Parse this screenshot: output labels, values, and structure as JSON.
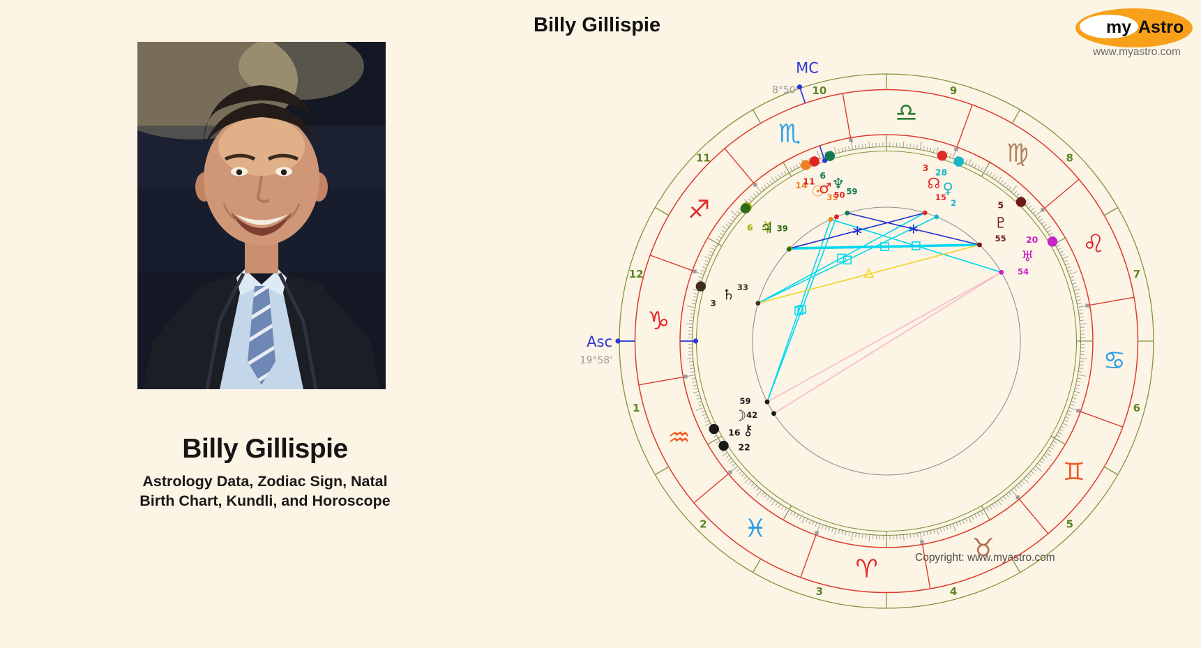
{
  "header": {
    "title": "Billy Gillispie"
  },
  "logo": {
    "prefix": "my",
    "suffix": "Astro",
    "url": "www.myastro.com",
    "oval_color": "#f9a01b"
  },
  "profile": {
    "name": "Billy Gillispie",
    "subtitle_line1": "Astrology Data, Zodiac Sign, Natal",
    "subtitle_line2": "Birth Chart, Kundli, and Horoscope"
  },
  "footer": {
    "copyright": "Copyright: www.myastro.com"
  },
  "chart_data": {
    "type": "natal-wheel",
    "zodiac_rotation_deg": 109.97,
    "colors": {
      "ring_red": "#dc3a2f",
      "ring_olive": "#7e943e",
      "house_number": "#5d8527",
      "tick_gray": "#9a9a9a",
      "inner_circle": "#8f8f8f",
      "axis_blue": "#2b36d9",
      "axis_degree_gray": "#9a9a9a"
    },
    "asc": {
      "label": "Asc",
      "degree_label": "19°58'",
      "lon": 289.97
    },
    "mc": {
      "label": "MC",
      "degree_label": "8°50'",
      "lon": 218.83
    },
    "houses": [
      "1",
      "2",
      "3",
      "4",
      "5",
      "6",
      "7",
      "8",
      "9",
      "10",
      "11",
      "12"
    ],
    "signs": [
      {
        "name": "aries",
        "glyph": "♈",
        "color": "#e02b2b"
      },
      {
        "name": "taurus",
        "glyph": "♉",
        "color": "#b07055"
      },
      {
        "name": "gemini",
        "glyph": "♊",
        "color": "#f05a28"
      },
      {
        "name": "cancer",
        "glyph": "♋",
        "color": "#2e9be4"
      },
      {
        "name": "leo",
        "glyph": "♌",
        "color": "#d6252b"
      },
      {
        "name": "virgo",
        "glyph": "♍",
        "color": "#b4845d"
      },
      {
        "name": "libra",
        "glyph": "♎",
        "color": "#2e7d32"
      },
      {
        "name": "scorpio",
        "glyph": "♏",
        "color": "#31a4ea"
      },
      {
        "name": "sagittarius",
        "glyph": "♐",
        "color": "#e02b2b"
      },
      {
        "name": "capricorn",
        "glyph": "♑",
        "color": "#e8302a"
      },
      {
        "name": "aquarius",
        "glyph": "♒",
        "color": "#f05a28"
      },
      {
        "name": "pisces",
        "glyph": "♓",
        "color": "#2e9be4"
      }
    ],
    "planets": [
      {
        "name": "sun",
        "glyph": "☉",
        "color": "#f08020",
        "deg": "14",
        "min": "35",
        "lon": 224.58
      },
      {
        "name": "mars",
        "glyph": "♂",
        "color": "#e02222",
        "deg": "11",
        "min": "50",
        "lon": 221.83
      },
      {
        "name": "neptune",
        "glyph": "♆",
        "color": "#107a52",
        "deg": "6",
        "min": "59",
        "lon": 216.98
      },
      {
        "name": "mercury",
        "glyph": "☿",
        "color": "#a0aa00",
        "deg": "6",
        "min": "",
        "lon": 246.2
      },
      {
        "name": "jupiter",
        "glyph": "♃",
        "color": "#2d6a1a",
        "deg": "",
        "min": "39",
        "lon": 246.7
      },
      {
        "name": "saturn",
        "glyph": "♄",
        "color": "#3f2d20",
        "deg": "3",
        "min": "33",
        "lon": 273.55
      },
      {
        "name": "moon",
        "glyph": "☽",
        "color": "#1a1a1a",
        "deg": "16",
        "min": "59",
        "lon": 316.98
      },
      {
        "name": "chiron",
        "glyph": "⚷",
        "color": "#1a1a1a",
        "deg": "22",
        "min": "42",
        "lon": 322.7
      },
      {
        "name": "node",
        "glyph": "☊",
        "color": "#e02b2b",
        "deg": "3",
        "min": "15",
        "lon": 183.25
      },
      {
        "name": "venus",
        "glyph": "♀",
        "color": "#17b6c9",
        "deg": "28",
        "min": "2",
        "lon": 178.03
      },
      {
        "name": "pluto",
        "glyph": "♇",
        "color": "#6f1a1a",
        "deg": "5",
        "min": "55",
        "lon": 155.92
      },
      {
        "name": "uranus",
        "glyph": "♅",
        "color": "#c822c8",
        "deg": "20",
        "min": "54",
        "lon": 140.9
      }
    ],
    "aspects": [
      {
        "a": "venus",
        "b": "saturn",
        "type": "square"
      },
      {
        "a": "node",
        "b": "saturn",
        "type": "square"
      },
      {
        "a": "sun",
        "b": "moon",
        "type": "square"
      },
      {
        "a": "mars",
        "b": "moon",
        "type": "square"
      },
      {
        "a": "sun",
        "b": "uranus",
        "type": "square"
      },
      {
        "a": "mercury",
        "b": "pluto",
        "type": "square",
        "thick": true
      },
      {
        "a": "neptune",
        "b": "pluto",
        "type": "sextile"
      },
      {
        "a": "mercury",
        "b": "node",
        "type": "sextile"
      },
      {
        "a": "saturn",
        "b": "pluto",
        "type": "trine"
      },
      {
        "a": "moon",
        "b": "uranus",
        "type": "opposition"
      },
      {
        "a": "chiron",
        "b": "uranus",
        "type": "opposition"
      }
    ],
    "aspect_colors": {
      "square": "#00d8f0",
      "sextile": "#2330cc",
      "trine": "#efd225",
      "opposition": "#f6bac4"
    }
  }
}
